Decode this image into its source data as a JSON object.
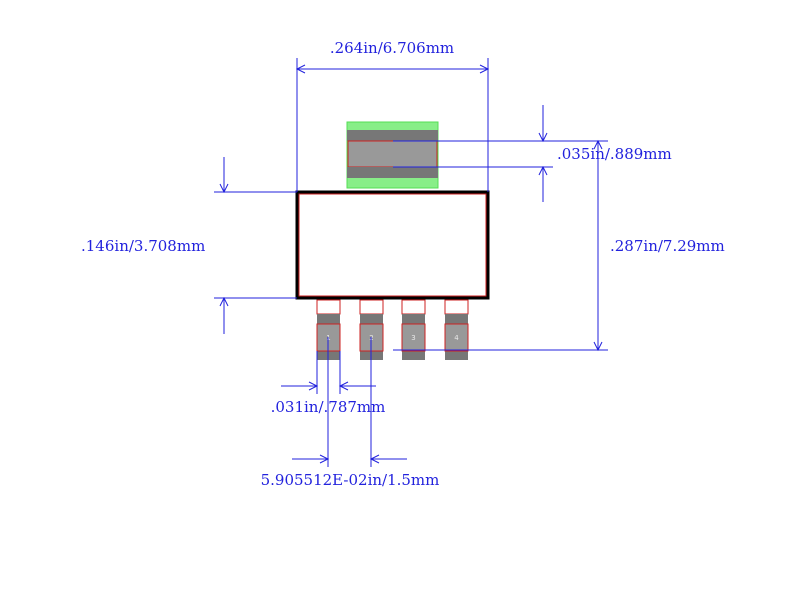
{
  "dimensions": {
    "body_width": ".264in/6.706mm",
    "tab_thickness": ".035in/.889mm",
    "body_height": ".146in/3.708mm",
    "overall_height": ".287in/7.29mm",
    "pin_width": ".031in/.787mm",
    "pin_pitch": "5.905512E-02in/1.5mm"
  },
  "pins": [
    "1",
    "2",
    "3",
    "4"
  ],
  "colors": {
    "dimension": "#2222dd",
    "body_outline": "#000000",
    "pad_outline": "#cc2222",
    "pad_fill": "#999999",
    "lead_fill": "#777777",
    "tab_outline": "#55dd55",
    "tab_fill": "#88ee88"
  }
}
